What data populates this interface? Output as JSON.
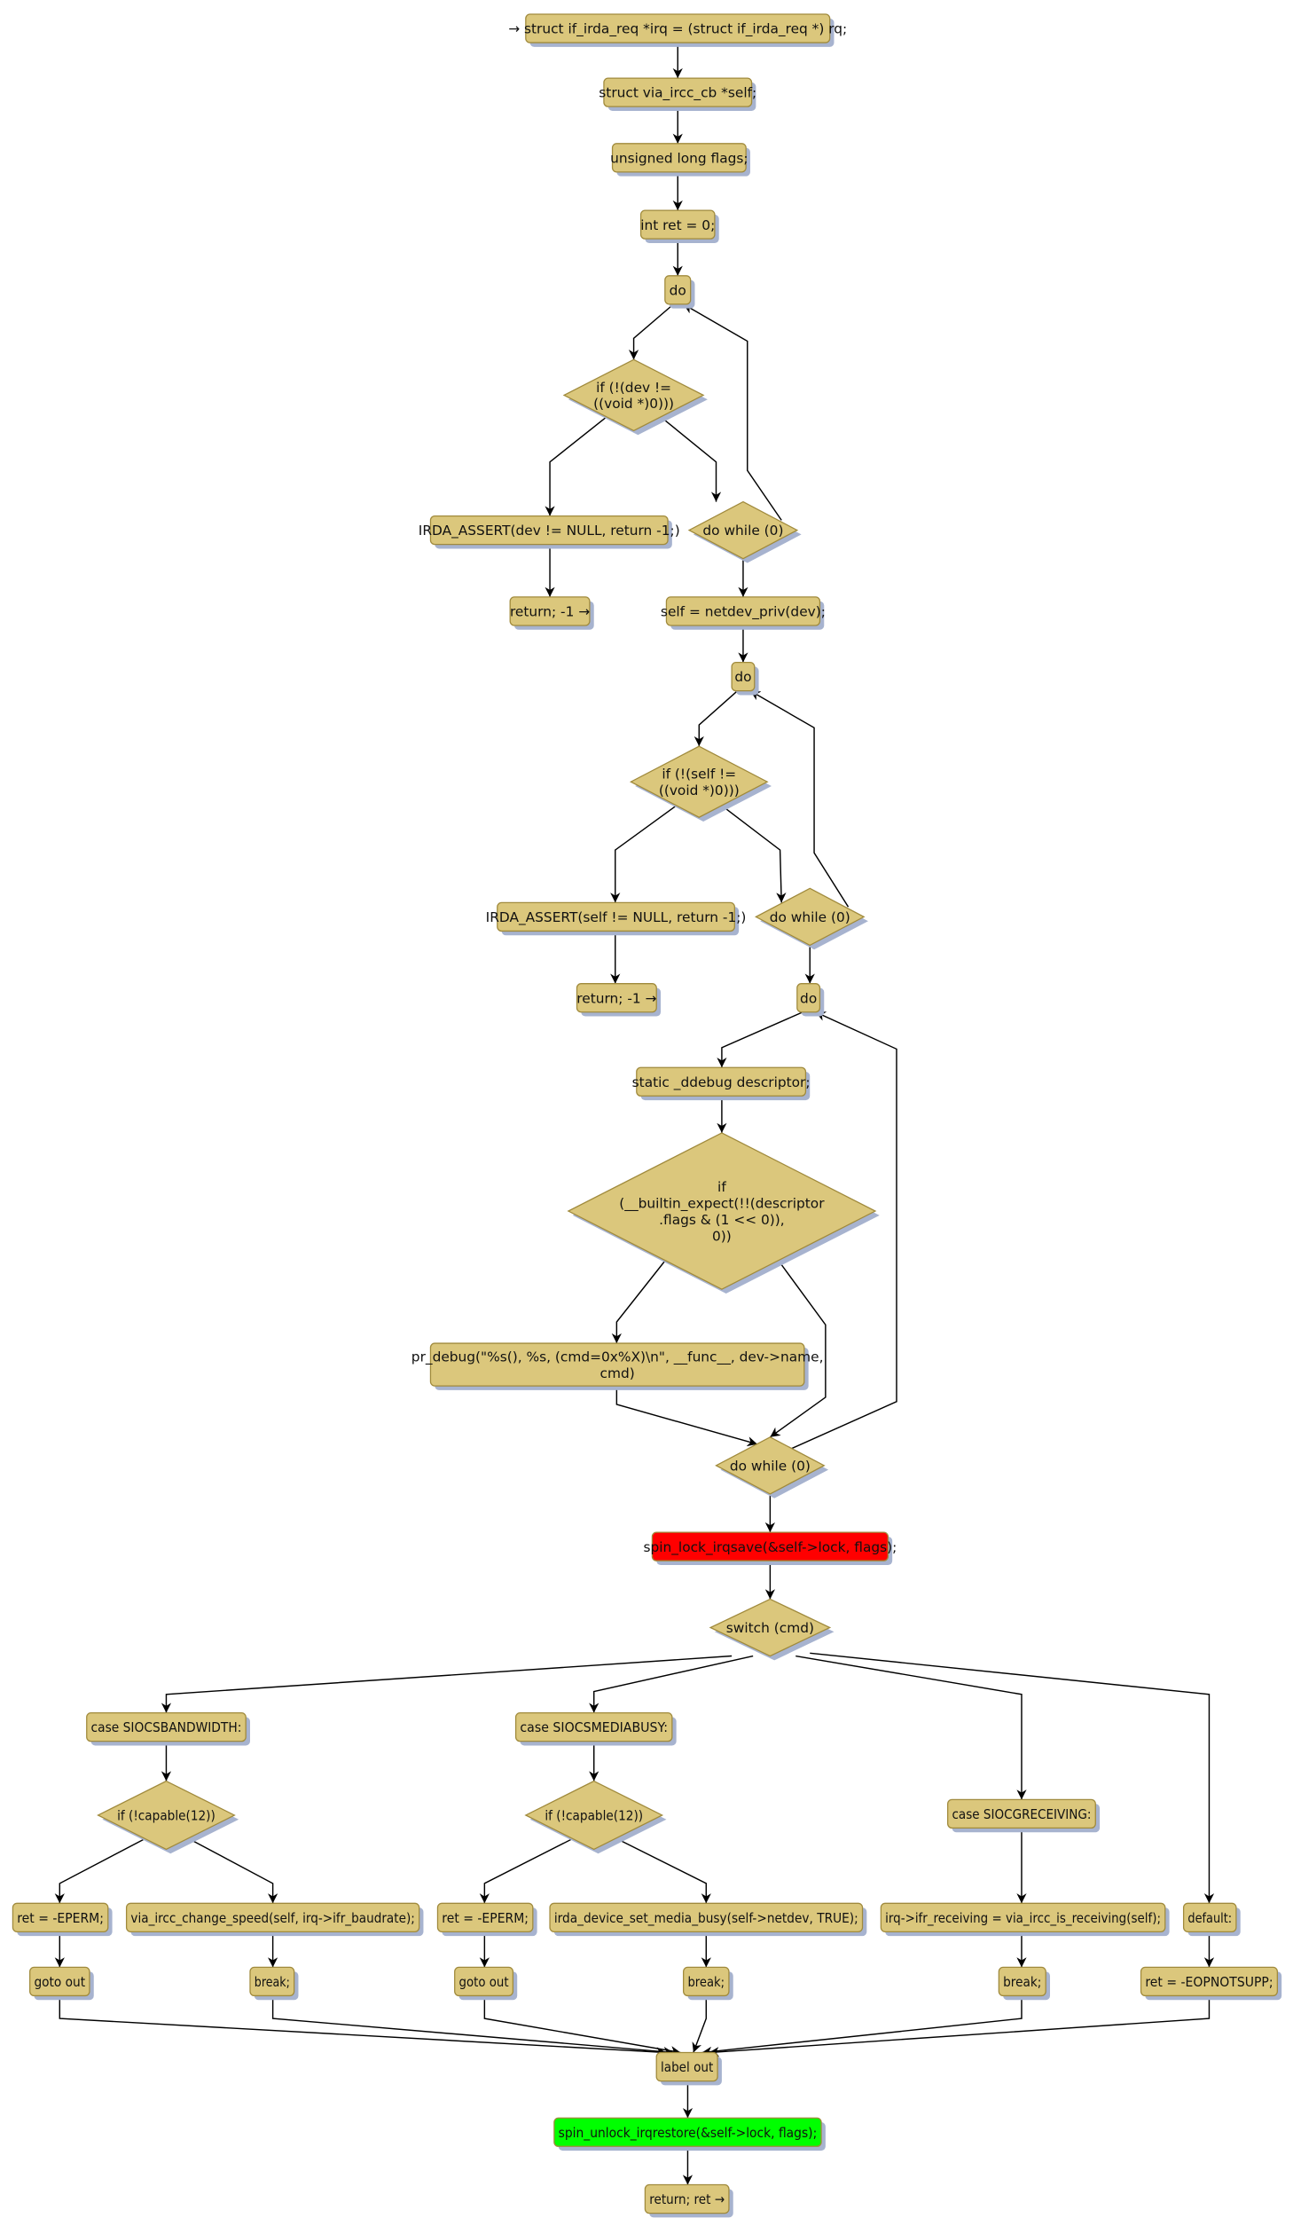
{
  "colors": {
    "node_fill": "#dbc77c",
    "lock_fill": "#ff0000",
    "unlock_fill": "#00ff00"
  },
  "nodes": [
    "→ struct if_irda_req *irq = (struct if_irda_req *) rq;",
    "struct via_ircc_cb *self;",
    "unsigned long flags;",
    "int ret = 0;",
    "do",
    "if (!(dev !=\n((void *)0)))",
    "IRDA_ASSERT(dev != NULL, return -1;)",
    "do while (0)",
    "return; -1 →",
    "self = netdev_priv(dev);",
    "do",
    "if (!(self !=\n((void *)0)))",
    "IRDA_ASSERT(self != NULL, return -1;)",
    "do while (0)",
    "return; -1 →",
    "do",
    "static _ddebug descriptor;",
    "if\n(__builtin_expect(!!(descriptor\n.flags & (1 << 0)),\n0))",
    "pr_debug(\"%s(), %s, (cmd=0x%X)\\n\", __func__, dev->name,\ncmd)",
    "do while (0)",
    "spin_lock_irqsave(&self->lock, flags);",
    "switch (cmd)",
    "case SIOCSBANDWIDTH:",
    "case SIOCSMEDIABUSY:",
    "if (!capable(12))",
    "if (!capable(12))",
    "case SIOCGRECEIVING:",
    "ret = -EPERM;",
    "via_ircc_change_speed(self, irq->ifr_baudrate);",
    "ret = -EPERM;",
    "irda_device_set_media_busy(self->netdev, TRUE);",
    "irq->ifr_receiving = via_ircc_is_receiving(self);",
    "default:",
    "goto out",
    "break;",
    "goto out",
    "break;",
    "break;",
    "ret = -EOPNOTSUPP;",
    "label out",
    "spin_unlock_irqrestore(&self->lock, flags);",
    "return; ret →"
  ]
}
